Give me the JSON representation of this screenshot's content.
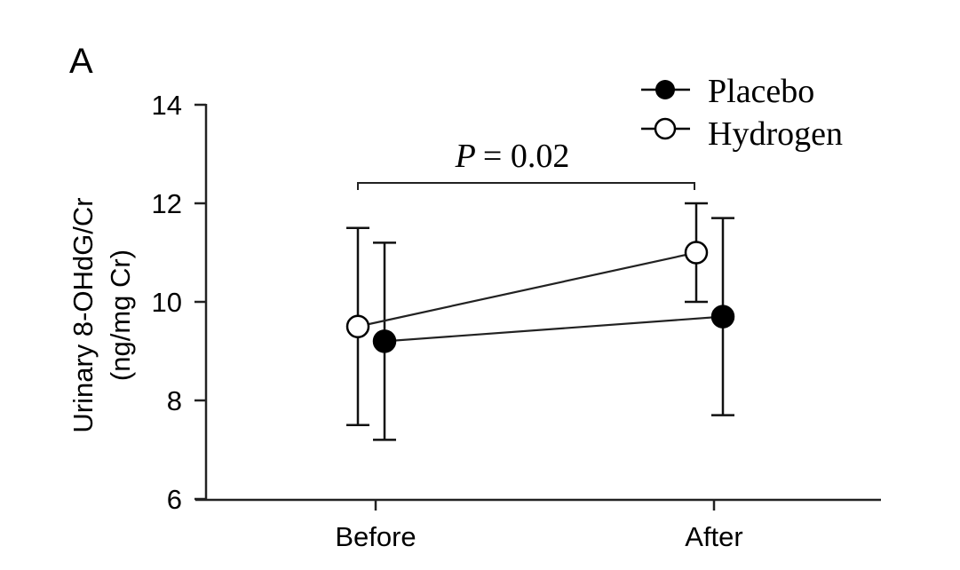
{
  "panel_label": "A",
  "chart_data": {
    "type": "line",
    "title": "",
    "panel": "A",
    "xlabel": "",
    "ylabel": "Urinary 8-OHdG/Cr (ng/mg Cr)",
    "ylabel_lines": [
      "Urinary 8-OHdG/Cr",
      "(ng/mg Cr)"
    ],
    "categories": [
      "Before",
      "After"
    ],
    "ylim": [
      6,
      14
    ],
    "yticks": [
      6,
      8,
      10,
      12,
      14
    ],
    "grid": false,
    "legend_position": "top-right",
    "series": [
      {
        "name": "Placebo",
        "marker": "filled-circle",
        "values": [
          9.2,
          9.7
        ],
        "error_upper": [
          11.2,
          11.7
        ],
        "error_lower": [
          7.2,
          7.7
        ]
      },
      {
        "name": "Hydrogen",
        "marker": "open-circle",
        "values": [
          9.5,
          11.0
        ],
        "error_upper": [
          11.5,
          12.0
        ],
        "error_lower": [
          7.5,
          10.0
        ]
      }
    ],
    "annotations": [
      {
        "type": "bracket",
        "from": "Before",
        "to": "After",
        "text": "P = 0.02",
        "p_symbol": "P",
        "p_value": "= 0.02"
      }
    ]
  }
}
